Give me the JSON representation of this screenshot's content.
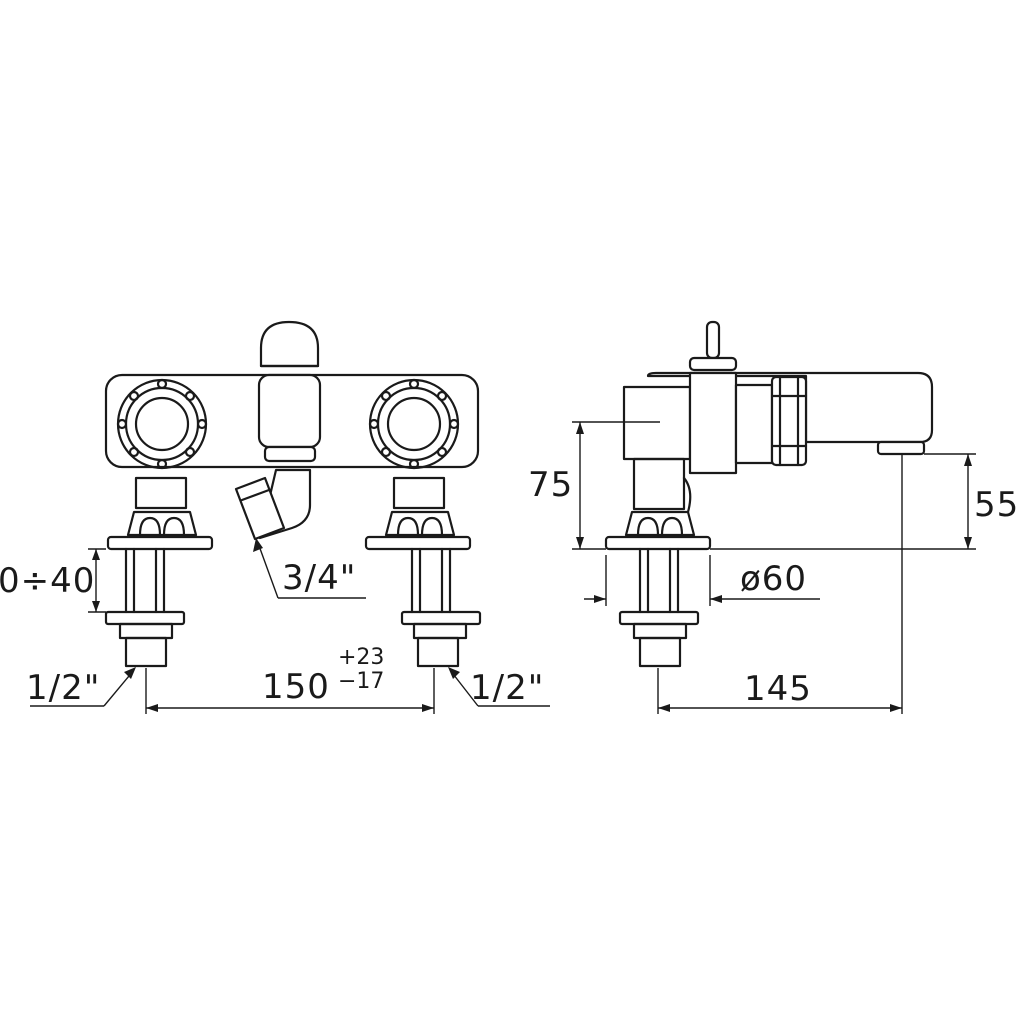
{
  "dimensions": {
    "thread_left": "1/2\"",
    "thread_right": "1/2\"",
    "outlet": "3/4\"",
    "adjust_range": "0÷40",
    "center_distance": "150",
    "tolerance_plus": "+23",
    "tolerance_minus": "−17",
    "height_total": "75",
    "height_spout": "55",
    "flange_diameter": "ø60",
    "projection": "145"
  },
  "colors": {
    "line": "#1a1a1a",
    "background": "#ffffff"
  }
}
